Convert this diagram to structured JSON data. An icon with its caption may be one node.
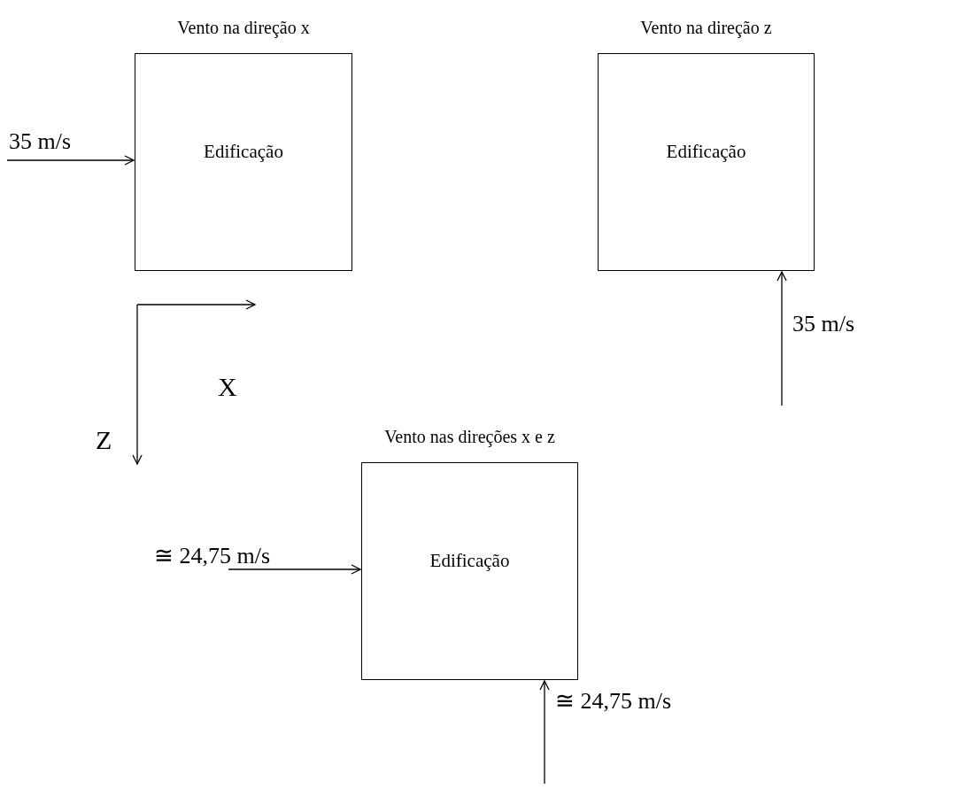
{
  "diagram": {
    "nodes": [
      {
        "text": [
          "Vento na direção x",
          "Edificação"
        ]
      },
      {
        "text": [
          "Vento na direção z",
          "Edificação"
        ]
      },
      {
        "text": [
          "Vento nas direções x e z",
          "Edificação"
        ]
      }
    ],
    "edges": [
      {
        "from": null,
        "to": 0,
        "arrow": "to",
        "label": "35 m/s"
      },
      {
        "from": null,
        "to": 1,
        "arrow": "to",
        "label": "35 m/s"
      },
      {
        "from": null,
        "to": 2,
        "arrow": "to",
        "label": "≅ 24,75 m/s"
      },
      {
        "from": null,
        "to": 2,
        "arrow": "to",
        "label": "≅ 24,75 m/s"
      }
    ],
    "labels": [
      "X",
      "Z"
    ]
  }
}
